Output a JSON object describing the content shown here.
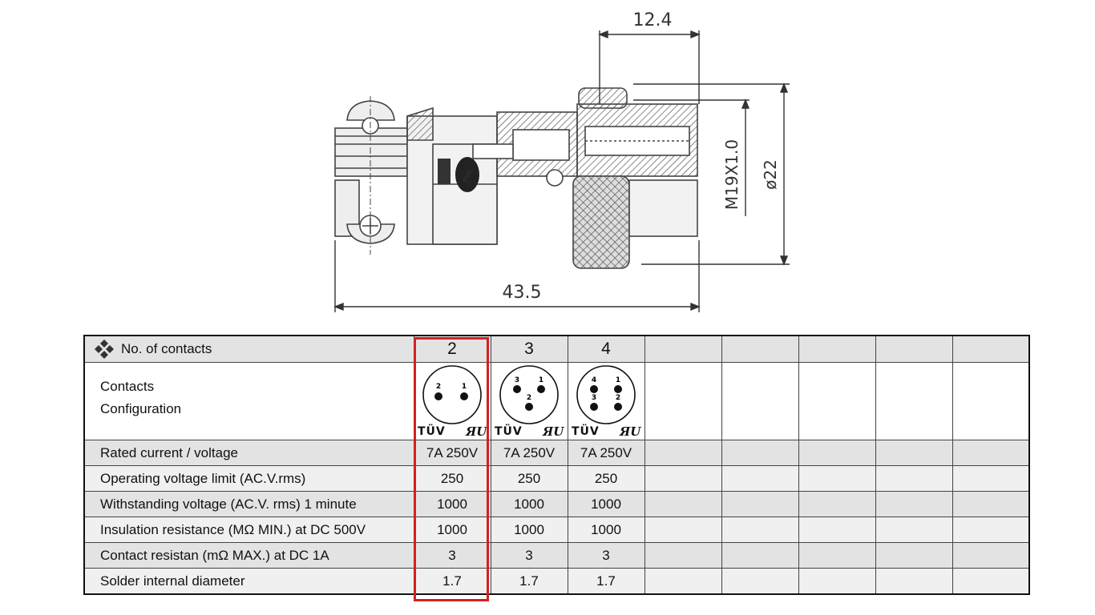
{
  "drawing": {
    "dim_top": "12.4",
    "dim_bottom": "43.5",
    "dim_thread": "M19X1.0",
    "dim_diameter": "ø22",
    "logo_text": "PMC"
  },
  "table": {
    "header_label": "No. of contacts",
    "contact_counts": [
      "2",
      "3",
      "4"
    ],
    "config_label_line1": "Contacts",
    "config_label_line2": "Configuration",
    "cert_tuv": "TÜV",
    "cert_ul": "ЯU",
    "pin_diagrams": [
      {
        "pins": [
          "2",
          "1"
        ]
      },
      {
        "pins": [
          "3",
          "1",
          "2"
        ]
      },
      {
        "pins": [
          "4",
          "1",
          "3",
          "2"
        ]
      }
    ],
    "rows": [
      {
        "label": "Rated current / voltage",
        "values": [
          "7A 250V",
          "7A 250V",
          "7A 250V"
        ]
      },
      {
        "label": "Operating voltage limit (AC.V.rms)",
        "values": [
          "250",
          "250",
          "250"
        ]
      },
      {
        "label": "Withstanding voltage (AC.V. rms) 1 minute",
        "values": [
          "1000",
          "1000",
          "1000"
        ]
      },
      {
        "label": "Insulation resistance (MΩ MIN.) at DC 500V",
        "values": [
          "1000",
          "1000",
          "1000"
        ]
      },
      {
        "label": "Contact resistan (mΩ MAX.) at DC 1A",
        "values": [
          "3",
          "3",
          "3"
        ]
      },
      {
        "label": "Solder internal diameter",
        "values": [
          "1.7",
          "1.7",
          "1.7"
        ]
      }
    ],
    "highlight_color": "#d42020"
  }
}
